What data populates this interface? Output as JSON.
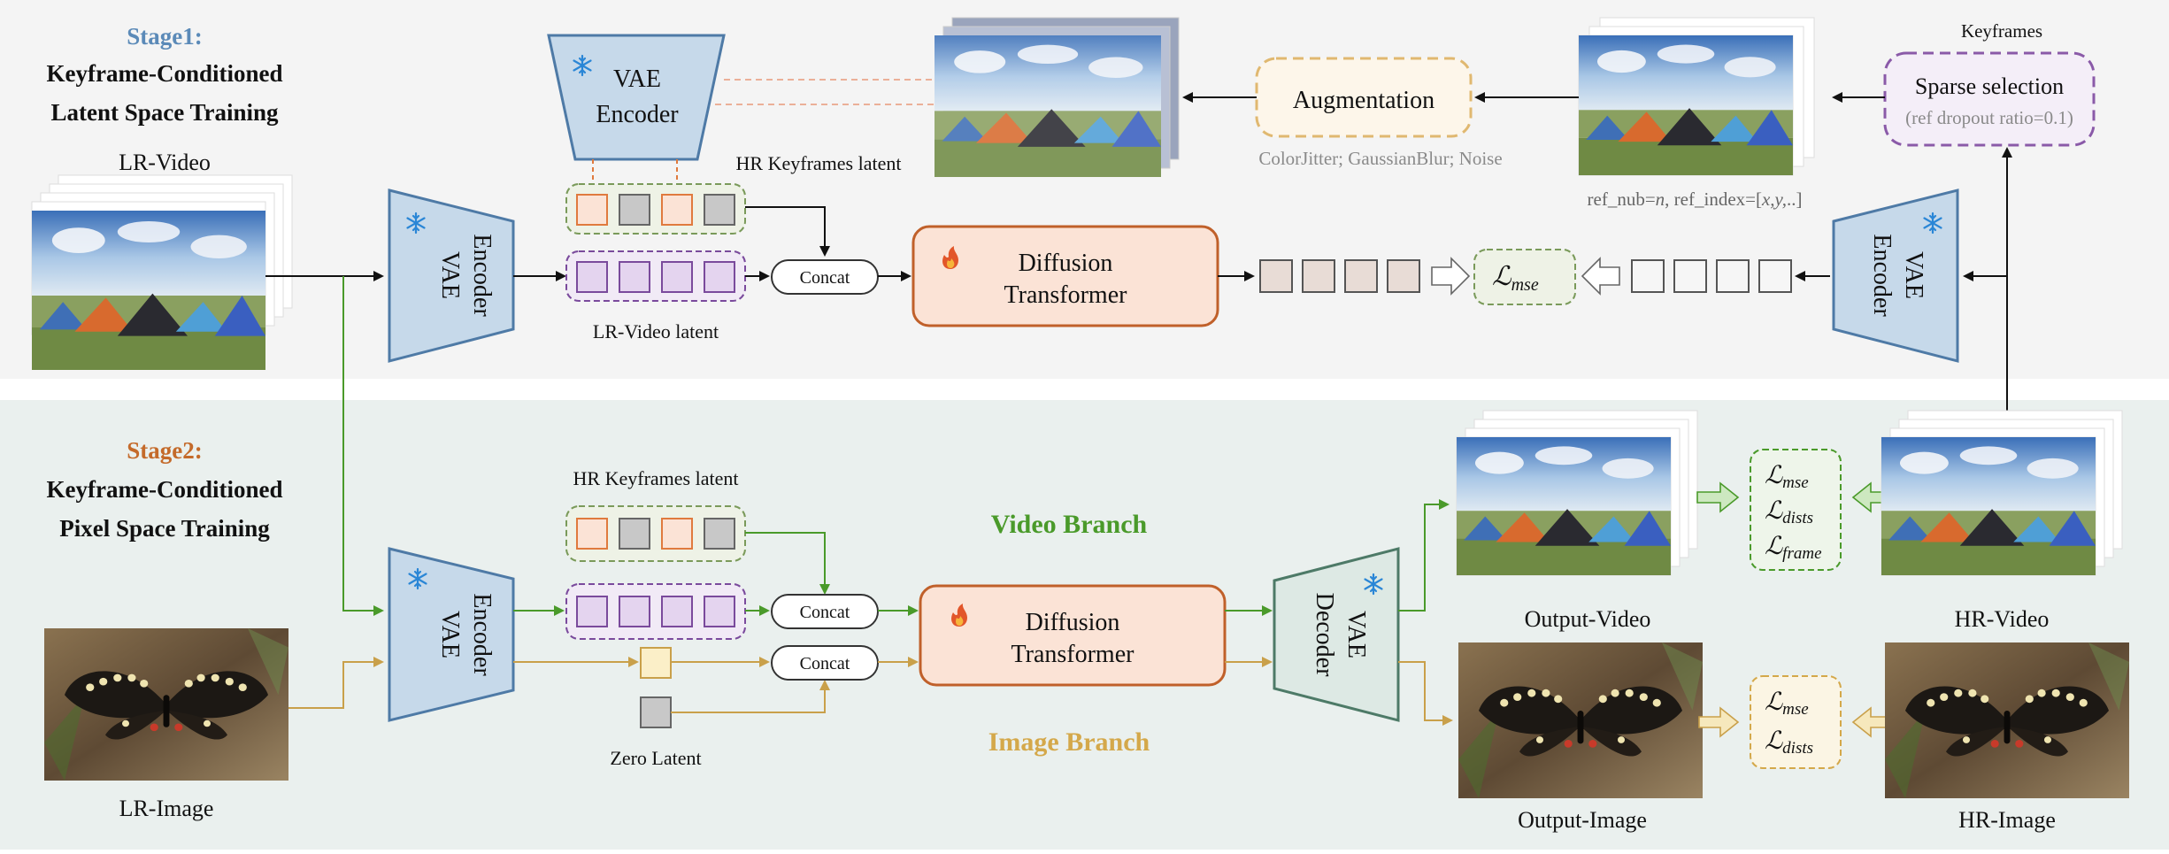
{
  "stage1": {
    "title": "Stage1:",
    "subtitle_line1": "Keyframe-Conditioned",
    "subtitle_line2": "Latent Space Training",
    "lr_video_label": "LR-Video",
    "encoder_top_line1": "VAE",
    "encoder_top_line2": "Encoder",
    "encoder_left_line1": "VAE",
    "encoder_left_line2": "Encoder",
    "hr_keyframes_latent": "HR Keyframes latent",
    "lr_video_latent": "LR-Video latent",
    "concat": "Concat",
    "dit_line1": "Diffusion",
    "dit_line2": "Transformer",
    "loss_symbol": "ℒ",
    "loss_sub": "mse",
    "augmentation": "Augmentation",
    "augmentation_caption": "ColorJitter; GaussianBlur; Noise",
    "keyframes_label": "Keyframes",
    "sparse_selection": "Sparse selection",
    "ref_dropout": "(ref dropout ratio=0.1)",
    "ref_caption_a": "ref_nub=",
    "ref_caption_n": "n",
    "ref_caption_b": ", ref_index=[",
    "ref_caption_xy": "x,y,",
    "ref_caption_c": "..]",
    "encoder_right_line1": "VAE",
    "encoder_right_line2": "Encoder"
  },
  "stage2": {
    "title": "Stage2:",
    "subtitle_line1": "Keyframe-Conditioned",
    "subtitle_line2": "Pixel Space Training",
    "hr_keyframes_latent": "HR Keyframes latent",
    "video_branch": "Video Branch",
    "image_branch": "Image Branch",
    "encoder_line1": "VAE",
    "encoder_line2": "Encoder",
    "concat_top": "Concat",
    "concat_bottom": "Concat",
    "zero_latent": "Zero Latent",
    "lr_image_label": "LR-Image",
    "dit_line1": "Diffusion",
    "dit_line2": "Transformer",
    "decoder_line1": "VAE",
    "decoder_line2": "Decoder",
    "output_video": "Output-Video",
    "output_image": "Output-Image",
    "hr_video": "HR-Video",
    "hr_image": "HR-Image",
    "loss_symbol": "ℒ",
    "video_losses": [
      "mse",
      "dists",
      "frame"
    ],
    "image_losses": [
      "mse",
      "dists"
    ]
  },
  "colors": {
    "stage1_bg": "#f4f4f4",
    "stage2_bg": "#eaf0ee",
    "stage1_title": "#5b8ab8",
    "stage2_title": "#c46a2a",
    "vae_fill": "#c6d9ea",
    "vae_stroke": "#4e7aa6",
    "decoder_fill": "#dde9e4",
    "decoder_stroke": "#4d7a67",
    "dit_fill": "#fbe3d6",
    "dit_stroke": "#c0602a",
    "keyframe_latent": "#e07a3e",
    "lr_latent": "#7a4a9c",
    "lr_latent_fill": "#e4d4ef",
    "augmentation_stroke": "#e0b870",
    "sparse_stroke": "#8a5aa8",
    "video_branch": "#4a9a2a",
    "image_branch": "#d4a84a"
  },
  "icons": [
    "snowflake-icon",
    "flame-icon"
  ]
}
